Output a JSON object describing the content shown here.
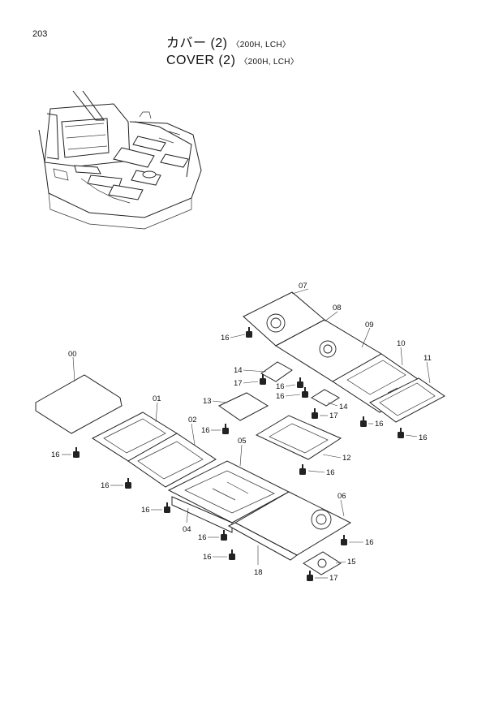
{
  "page": {
    "number": "203"
  },
  "title": {
    "jp_main": "カバー (2)",
    "jp_sub": "〈200H, LCH〉",
    "en_main": "COVER (2)",
    "en_sub": "〈200H, LCH〉"
  },
  "callouts": {
    "c00": "00",
    "c01": "01",
    "c02": "02",
    "c04": "04",
    "c05": "05",
    "c06": "06",
    "c07": "07",
    "c08": "08",
    "c09": "09",
    "c10": "10",
    "c11": "11",
    "c12": "12",
    "c13": "13",
    "c14a": "14",
    "c14b": "14",
    "c15": "15",
    "c16a": "16",
    "c16b": "16",
    "c16c": "16",
    "c16d": "16",
    "c16e": "16",
    "c16f": "16",
    "c16g": "16",
    "c16h": "16",
    "c16i": "16",
    "c16j": "16",
    "c16k": "16",
    "c16l": "16",
    "c16m": "16",
    "c17a": "17",
    "c17b": "17",
    "c17c": "17",
    "c18": "18"
  }
}
